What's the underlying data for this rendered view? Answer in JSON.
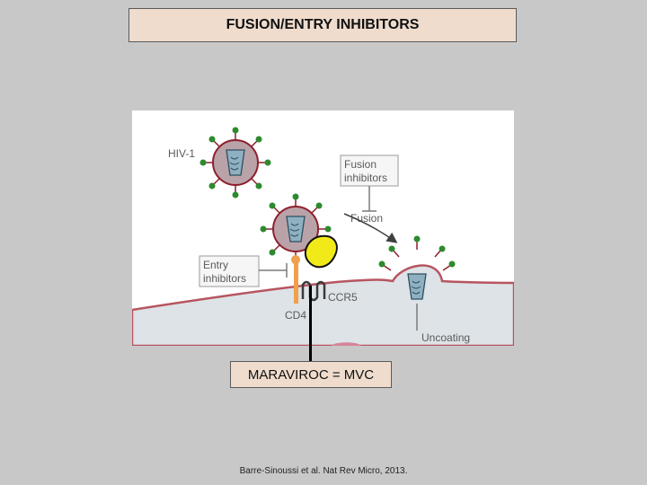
{
  "title": "FUSION/ENTRY INHIBITORS",
  "diagram": {
    "hiv_label": "HIV-1",
    "fusion_inhibitors_label_line1": "Fusion",
    "fusion_inhibitors_label_line2": "inhibitors",
    "fusion_label": "Fusion",
    "entry_inhibitors_label_line1": "Entry",
    "entry_inhibitors_label_line2": "inhibitors",
    "ccr5_label": "CCR5",
    "cd4_label": "CD4",
    "uncoating_label": "Uncoating"
  },
  "callout": "MARAVIROC = MVC",
  "citation": "Barre-Sinoussi et al. Nat Rev Micro, 2013.",
  "colors": {
    "title_bg": "#efdccd",
    "virus_fill": "#b9a3a8",
    "virus_outline": "#8d1f2c",
    "spike": "#2e8a2e",
    "capsid": "#8fb0c0",
    "cell": "#dde3e6",
    "maraviroc": "#f1ea18",
    "cd4": "#f0a04a"
  }
}
